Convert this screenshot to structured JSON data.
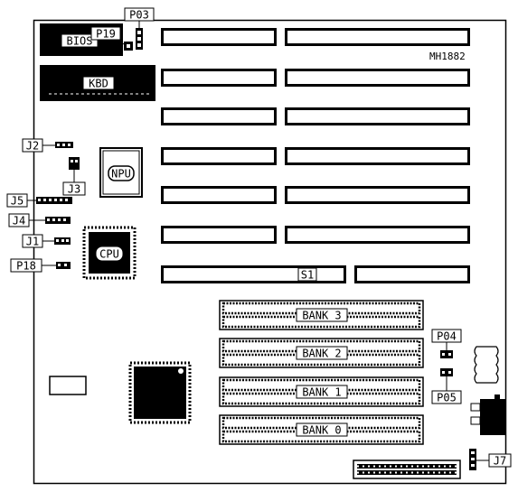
{
  "board_id": "MH1882",
  "colors": {
    "ink": "#000000",
    "paper": "#ffffff"
  },
  "chips": {
    "bios": "BIOS",
    "kbd": "KBD",
    "npu": "NPU",
    "cpu": "CPU"
  },
  "jumpers": {
    "p03": "P03",
    "p19": "P19",
    "j2": "J2",
    "j3": "J3",
    "j5": "J5",
    "j4": "J4",
    "j1": "J1",
    "p18": "P18",
    "p04": "P04",
    "p05": "P05",
    "j7": "J7"
  },
  "slots": {
    "s1": "S1"
  },
  "memory_banks": [
    {
      "label": "BANK 3"
    },
    {
      "label": "BANK 2"
    },
    {
      "label": "BANK 1"
    },
    {
      "label": "BANK 0"
    }
  ]
}
